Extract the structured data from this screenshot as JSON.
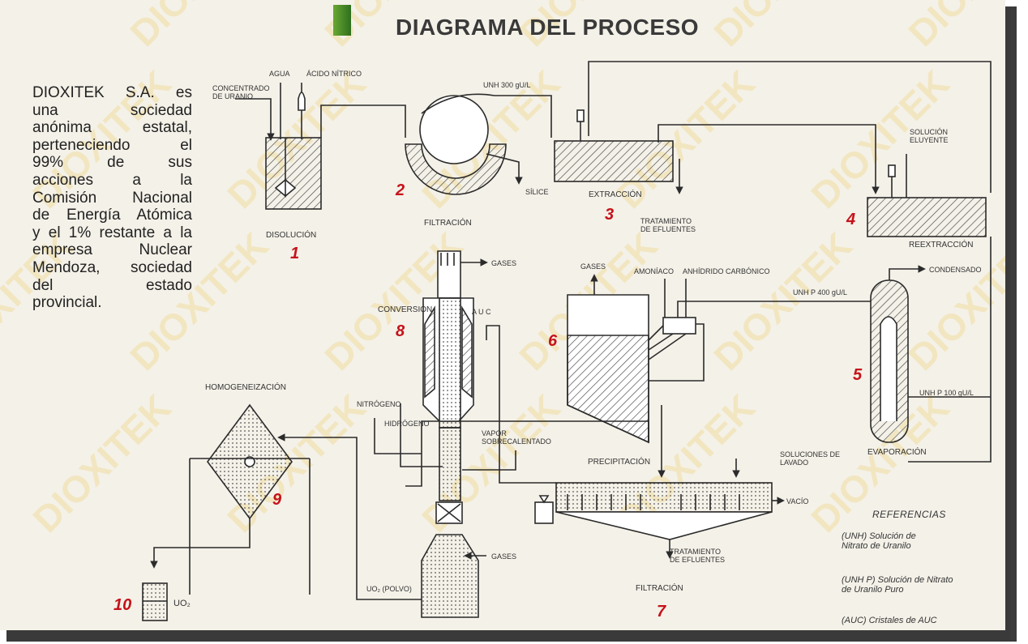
{
  "title": "DIAGRAMA DEL PROCESO",
  "intro_lines": [
    "DIOXITEK S.A. es",
    "una sociedad",
    "anónima estatal,",
    "perteneciendo el",
    "99% de sus",
    "acciones a la",
    "Comisión Nacional",
    "de Energía Atómica",
    "y el 1% restante a la",
    "empresa Nuclear",
    "Mendoza, sociedad",
    "del estado",
    "provincial."
  ],
  "watermark": "DIOXITEK",
  "stages": {
    "disolucion": {
      "label": "DISOLUCIÓN",
      "number": "1"
    },
    "filtracion": {
      "label": "FILTRACIÓN",
      "number": "2"
    },
    "extraccion": {
      "label": "EXTRACCIÓN",
      "number": "3"
    },
    "reextraccion": {
      "label": "REEXTRACCIÓN",
      "number": "4"
    },
    "evaporacion": {
      "label": "EVAPORACIÓN",
      "number": "5"
    },
    "precipitacion": {
      "label": "PRECIPITACIÓN",
      "number": "6"
    },
    "filtracion2": {
      "label": "FILTRACIÓN",
      "number": "7"
    },
    "conversion": {
      "label": "CONVERSIÓN",
      "number": "8"
    },
    "homogeneizacion": {
      "label": "HOMOGENEIZACIÓN",
      "number": "9"
    },
    "uo2": {
      "label": "UO₂",
      "number": "10"
    }
  },
  "flow_labels": {
    "concentrado": "CONCENTRADO\nDE URANIO",
    "agua": "AGUA",
    "acido": "ÁCIDO NÍTRICO",
    "unh300": "UNH 300 gU/L",
    "silice": "SÍLICE",
    "tratamiento1": "TRATAMIENTO\nDE EFLUENTES",
    "solucion_eluyente": "SOLUCIÓN\nELUYENTE",
    "condensado": "CONDENSADO",
    "unhp400": "UNH P 400 gU/L",
    "unhp100": "UNH P 100 gU/L",
    "gases_top": "GASES",
    "amoniaco": "AMONÍACO",
    "anhidrido": "ANHÍDRIDO CARBÓNICO",
    "gases_conv": "GASES",
    "auc": "A U C",
    "nitrogeno": "NITRÓGENO",
    "hidrogeno": "HIDRÓGENO",
    "vapor": "VAPOR\nSOBRECALENTADO",
    "soluciones_lavado": "SOLUCIONES DE\nLAVADO",
    "vacio": "VACÍO",
    "tratamiento2": "TRATAMIENTO\nDE EFLUENTES",
    "gases_bottom": "GASES",
    "uo2_polvo": "UO₂ (POLVO)"
  },
  "references": {
    "title": "REFERENCIAS",
    "items": [
      "(UNH) Solución de\nNitrato de Uranilo",
      "(UNH P) Solución de Nitrato\nde Uranilo Puro",
      "(AUC) Cristales de AUC"
    ]
  },
  "colors": {
    "number": "#c5121a",
    "watermark": "#f0dca0",
    "line": "#2b2b2b",
    "frame_shadow": "#3a3a3a"
  }
}
